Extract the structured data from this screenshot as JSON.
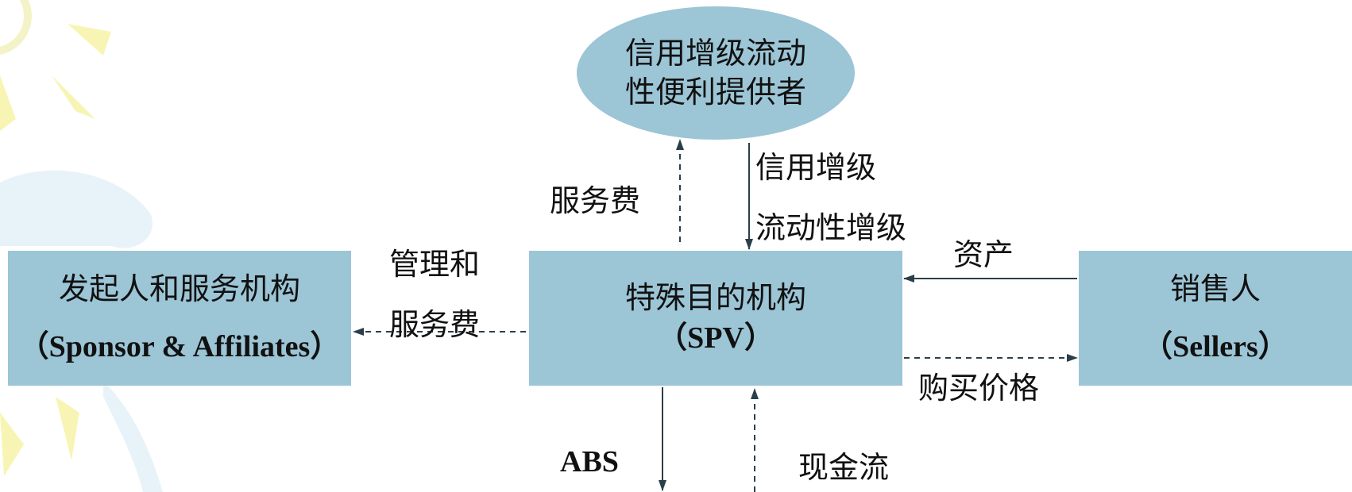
{
  "diagram": {
    "nodes": {
      "provider": {
        "line1": "信用增级流动",
        "line2": "性便利提供者"
      },
      "sponsor": {
        "line1": "发起人和服务机构",
        "line2": "（Sponsor & Affiliates）"
      },
      "spv": {
        "line1": "特殊目的机构",
        "line2": "（SPV）"
      },
      "seller": {
        "line1": "销售人",
        "line2": "（Sellers）"
      }
    },
    "edges": {
      "service_fee": "服务费",
      "credit_enhancement": "信用增级",
      "liquidity_enhancement": "流动性增级",
      "mgmt_fee_line1": "管理和",
      "mgmt_fee_line2": "服务费",
      "assets": "资产",
      "purchase_price": "购买价格",
      "abs": "ABS",
      "cash_flow": "现金流"
    },
    "colors": {
      "node_fill": "#9cc5d6",
      "arrow": "#2a3f4a",
      "deco_yellow": "#f8f4b0",
      "deco_blue": "#e6f2f8"
    }
  }
}
